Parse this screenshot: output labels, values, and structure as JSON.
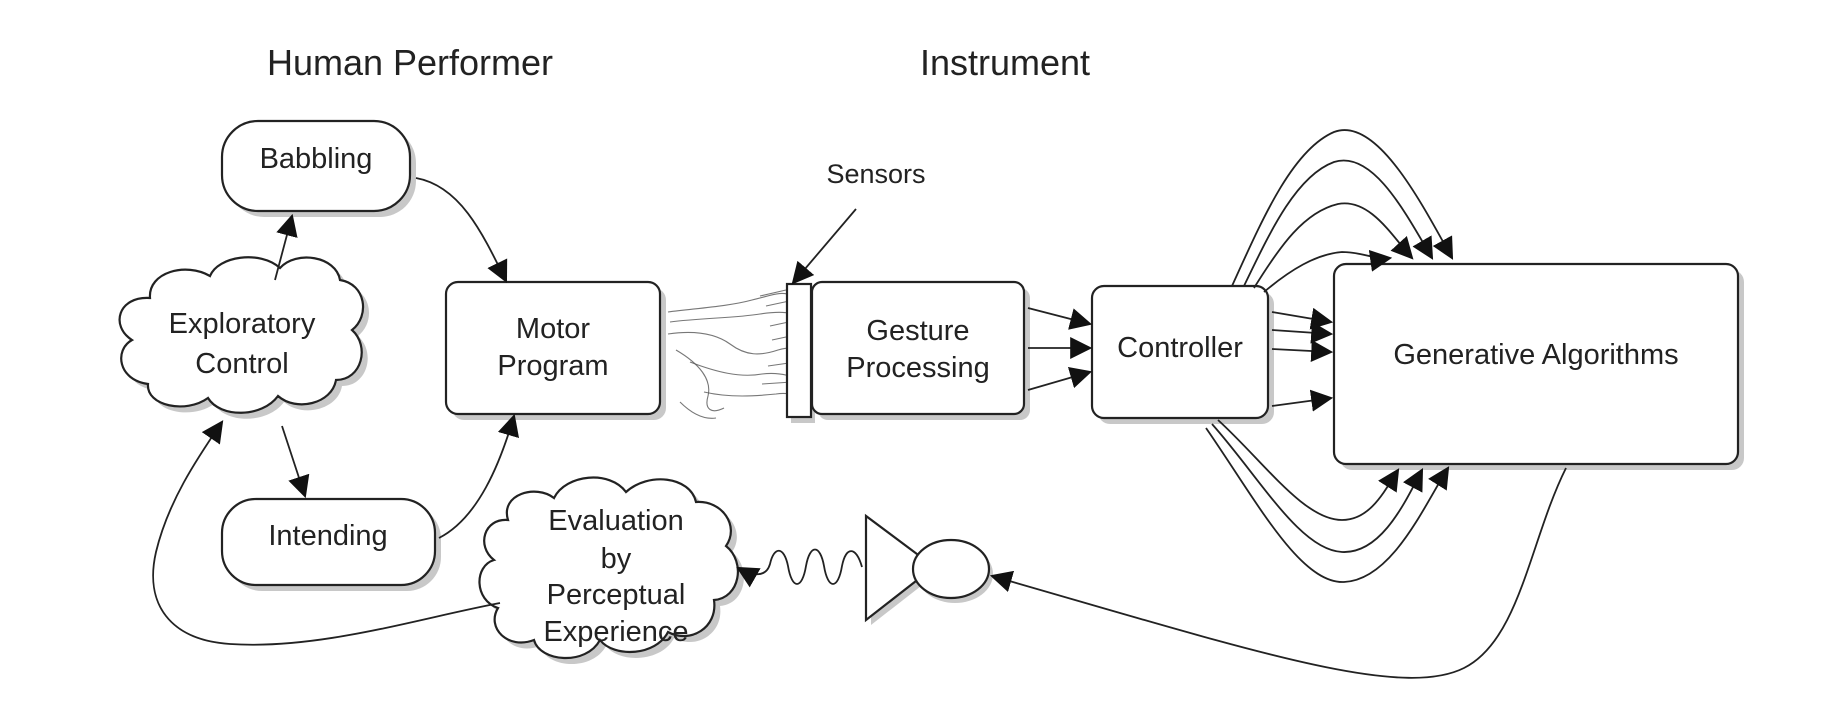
{
  "headings": {
    "human": "Human Performer",
    "instrument": "Instrument"
  },
  "nodes": {
    "babbling": "Babbling",
    "exploratory_line1": "Exploratory",
    "exploratory_line2": "Control",
    "intending": "Intending",
    "motor_line1": "Motor",
    "motor_line2": "Program",
    "gesture_line1": "Gesture",
    "gesture_line2": "Processing",
    "controller": "Controller",
    "generative": "Generative Algorithms",
    "eval_line1": "Evaluation",
    "eval_line2": "by",
    "eval_line3": "Perceptual",
    "eval_line4": "Experience"
  },
  "labels": {
    "sensors": "Sensors"
  },
  "icons": {
    "hand": "hand-sketch-icon",
    "speaker": "speaker-icon",
    "sound": "sound-wave-icon"
  }
}
